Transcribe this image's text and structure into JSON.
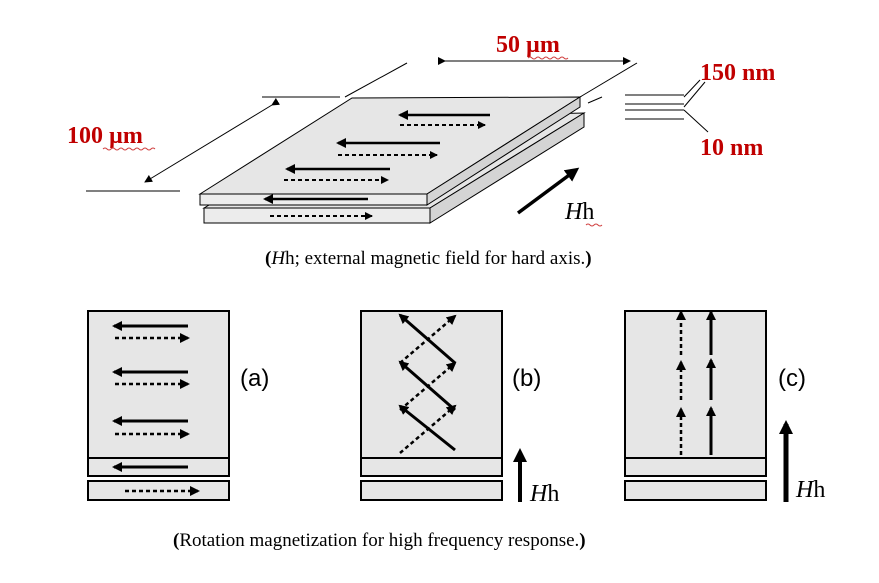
{
  "dimensions": {
    "width_label": "50 µm",
    "length_label": "100 µm",
    "thickness_label": "150 nm",
    "gap_label": "10 nm"
  },
  "field_label": {
    "italic": "H",
    "suffix": "h"
  },
  "caption_top": {
    "open": "(",
    "italic": "H",
    "rest": "h; external magnetic field for hard axis.",
    "close": ")"
  },
  "panels": [
    {
      "label": "(a)"
    },
    {
      "label": "(b)"
    },
    {
      "label": "(c)"
    }
  ],
  "caption_bottom": {
    "open": "(",
    "text": "Rotation magnetization for high frequency response.",
    "close": ")"
  },
  "colors": {
    "dimension_text": "#c00000",
    "film_fill": "#e6e6e6",
    "line": "#000000"
  }
}
